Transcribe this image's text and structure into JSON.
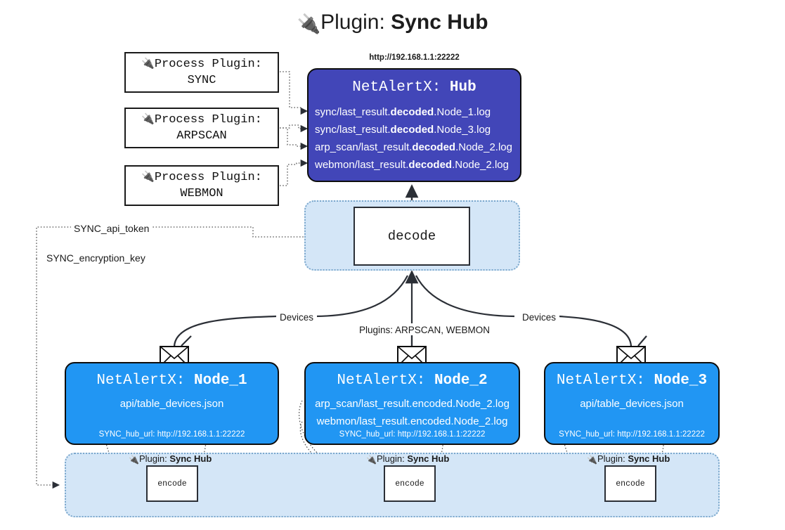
{
  "title": {
    "icon": "plug-icon",
    "glyph": "🔌",
    "prefix": "Plugin: ",
    "name": "Sync Hub"
  },
  "process_plugins": [
    {
      "icon": "plug-icon",
      "glyph": "🔌",
      "line1": "Process Plugin:",
      "line2": "SYNC"
    },
    {
      "icon": "plug-icon",
      "glyph": "🔌",
      "line1": "Process Plugin:",
      "line2": "ARPSCAN"
    },
    {
      "icon": "plug-icon",
      "glyph": "🔌",
      "line1": "Process Plugin:",
      "line2": "WEBMON"
    }
  ],
  "hub": {
    "url": "http://192.168.1.1:22222",
    "title_prefix": "NetAlertX: ",
    "title_name": "Hub",
    "logs": [
      {
        "pre": "sync/last_result.",
        "mid": "decoded",
        "post": ".Node_1.log"
      },
      {
        "pre": "sync/last_result.",
        "mid": "decoded",
        "post": ".Node_3.log"
      },
      {
        "pre": "arp_scan/last_result.",
        "mid": "decoded",
        "post": ".Node_2.log"
      },
      {
        "pre": "webmon/last_result.",
        "mid": "decoded",
        "post": ".Node_2.log"
      }
    ]
  },
  "decode": {
    "label": "decode"
  },
  "keys": [
    {
      "label": "SYNC_api_token"
    },
    {
      "label": "SYNC_encryption_key"
    }
  ],
  "edge_labels": {
    "devices_left": "Devices",
    "devices_right": "Devices",
    "plugins": "Plugins: ARPSCAN, WEBMON"
  },
  "nodes": [
    {
      "title_prefix": "NetAlertX: ",
      "title_name": "Node_1",
      "lines": [
        "api/table_devices.json"
      ],
      "footer": "SYNC_hub_url: http://192.168.1.1:22222",
      "mail_icon": "envelope-icon"
    },
    {
      "title_prefix": "NetAlertX: ",
      "title_name": "Node_2",
      "lines": [
        "arp_scan/last_result.encoded.Node_2.log",
        "webmon/last_result.encoded.Node_2.log"
      ],
      "footer": "SYNC_hub_url: http://192.168.1.1:22222",
      "mail_icon": "envelope-icon"
    },
    {
      "title_prefix": "NetAlertX: ",
      "title_name": "Node_3",
      "lines": [
        "api/table_devices.json"
      ],
      "footer": "SYNC_hub_url: http://192.168.1.1:22222",
      "mail_icon": "envelope-icon"
    }
  ],
  "encoders": [
    {
      "label": "encode",
      "plugin_glyph": "🔌",
      "plugin_prefix": "Plugin: ",
      "plugin_name": "Sync Hub"
    },
    {
      "label": "encode",
      "plugin_glyph": "🔌",
      "plugin_prefix": "Plugin: ",
      "plugin_name": "Sync Hub"
    },
    {
      "label": "encode",
      "plugin_glyph": "🔌",
      "plugin_prefix": "Plugin: ",
      "plugin_name": "Sync Hub"
    }
  ],
  "colors": {
    "hub_fill": "#4246b8",
    "node_fill": "#2196f3",
    "container_fill": "#d4e6f7",
    "container_border": "#7aa7cc",
    "stroke": "#2b2f36"
  }
}
